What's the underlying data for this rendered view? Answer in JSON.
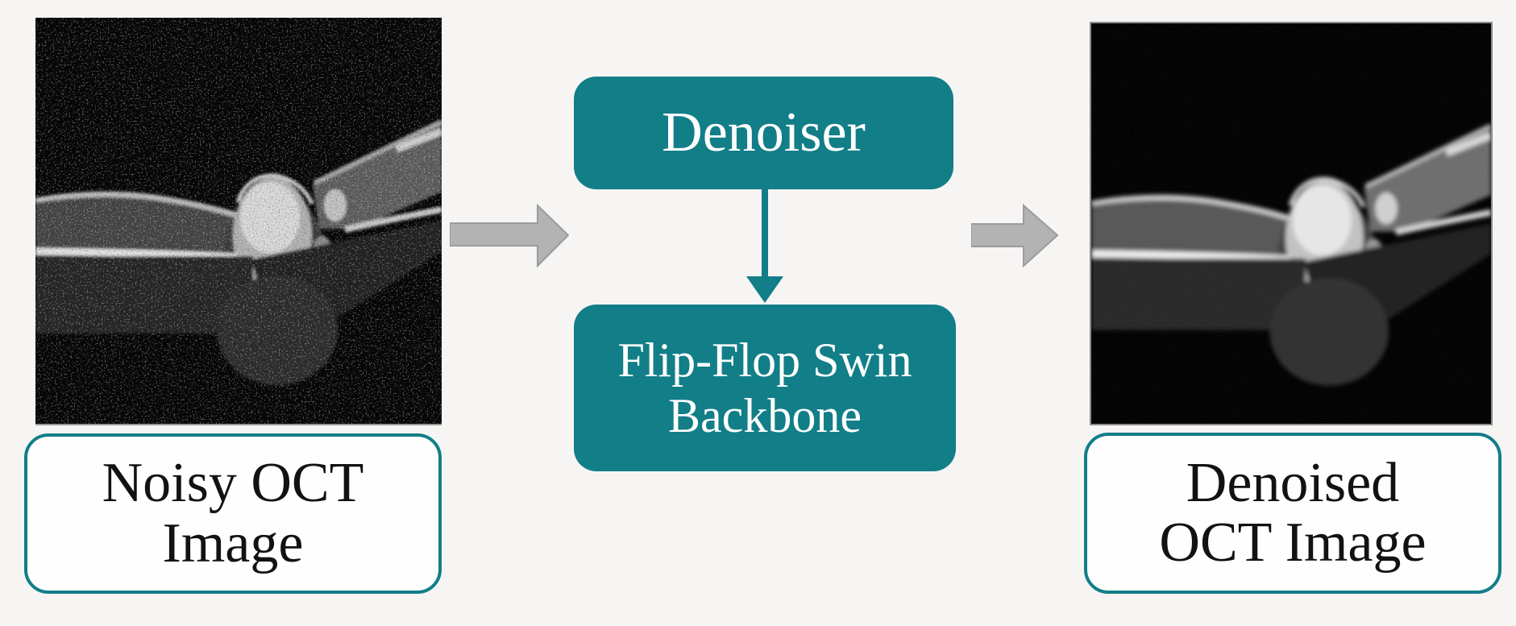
{
  "page": {
    "background_color": "#f6f5f4"
  },
  "colors": {
    "accent_teal": "#127e88",
    "arrow_gray": "#b3b3b3",
    "arrow_gray_outline": "#9b9b9b",
    "node_text_white": "#ffffff",
    "caption_text_black": "#121212",
    "caption_fill_white": "#fefefe",
    "oct_background_black": "#000000"
  },
  "flow": {
    "denoiser_node": {
      "label": "Denoiser"
    },
    "backbone_node": {
      "line1": "Flip-Flop Swin",
      "line2": "Backbone"
    },
    "arrow_left_icon": "right-arrow",
    "arrow_right_icon": "right-arrow",
    "arrow_down_icon": "down-arrow"
  },
  "images": {
    "noisy": {
      "caption_line1": "Noisy OCT",
      "caption_line2": "Image"
    },
    "denoised": {
      "caption_line1": "Denoised",
      "caption_line2": "OCT Image"
    }
  }
}
